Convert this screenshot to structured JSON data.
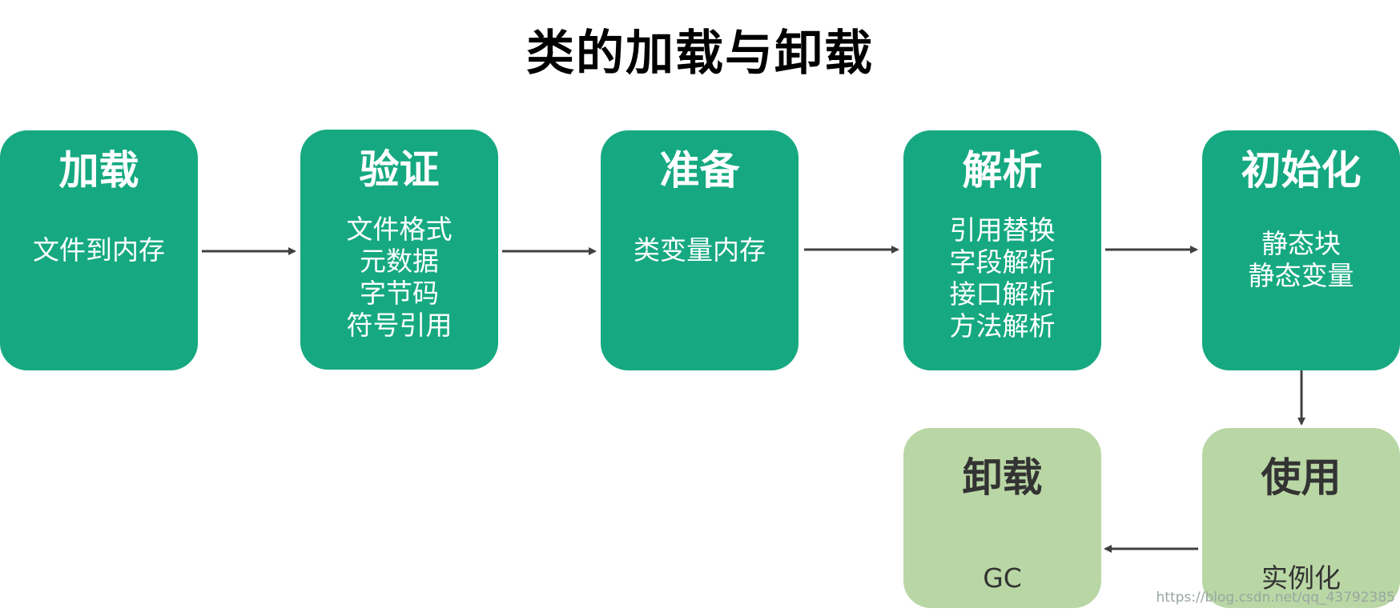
{
  "title": "类的加载与卸载",
  "stages": [
    {
      "name": "加载",
      "lines": [
        "文件到内存"
      ]
    },
    {
      "name": "验证",
      "lines": [
        "文件格式",
        "元数据",
        "字节码",
        "符号引用"
      ]
    },
    {
      "name": "准备",
      "lines": [
        "类变量内存"
      ]
    },
    {
      "name": "解析",
      "lines": [
        "引用替换",
        "字段解析",
        "接口解析",
        "方法解析"
      ]
    },
    {
      "name": "初始化",
      "lines": [
        "静态块",
        "静态变量"
      ]
    },
    {
      "name": "使用",
      "lines": [
        "实例化"
      ]
    },
    {
      "name": "卸载",
      "lines": [
        "GC"
      ]
    }
  ],
  "watermark": "https://blog.csdn.net/qq_43792385",
  "colors": {
    "stage": "#16a981",
    "stage_light": "#b9d7a5",
    "arrow": "#404040"
  }
}
